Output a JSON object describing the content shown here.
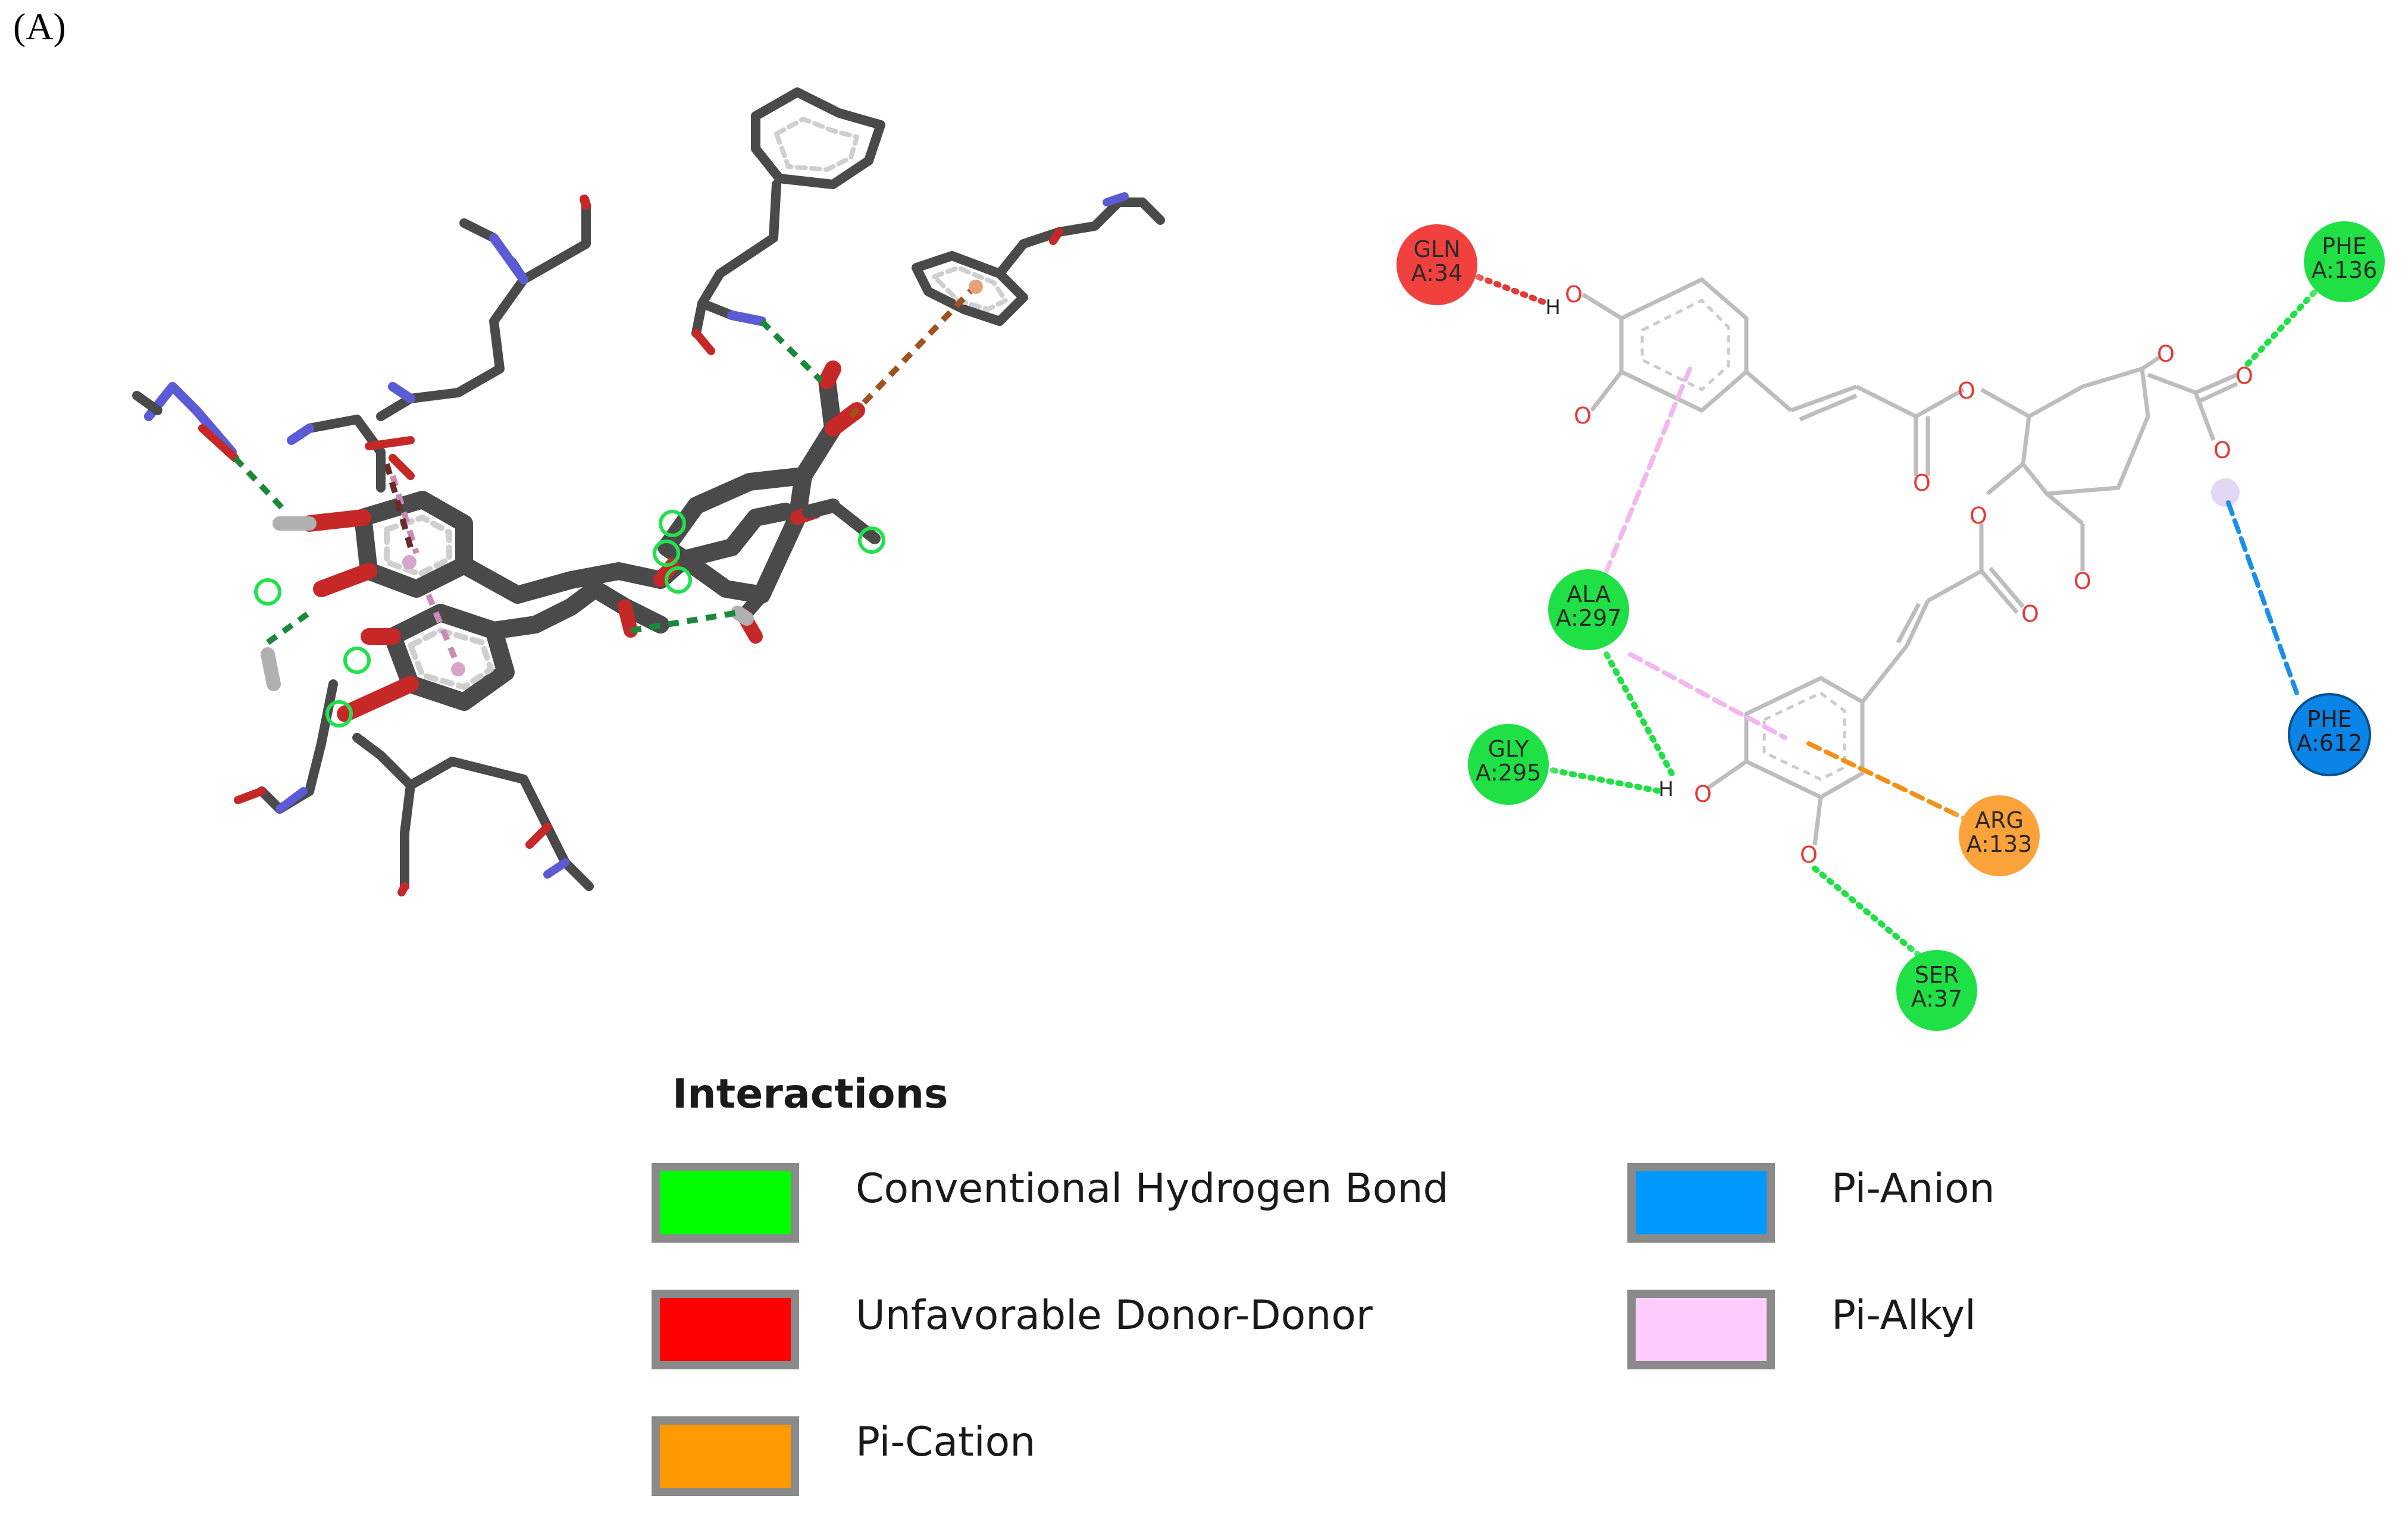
{
  "panel_label": "(A)",
  "residues": [
    {
      "name": "GLN",
      "chain": "A:34",
      "color": "#f0413e",
      "type": "Unfavorable Donor-Donor"
    },
    {
      "name": "PHE",
      "chain": "A:136",
      "color": "#1fe045",
      "type": "Conventional Hydrogen Bond"
    },
    {
      "name": "ALA",
      "chain": "A:297",
      "color": "#1fe045",
      "type": "Conventional Hydrogen Bond"
    },
    {
      "name": "GLY",
      "chain": "A:295",
      "color": "#1fe045",
      "type": "Conventional Hydrogen Bond"
    },
    {
      "name": "ARG",
      "chain": "A:133",
      "color": "#fba23a",
      "type": "Pi-Cation"
    },
    {
      "name": "SER",
      "chain": "A:37",
      "color": "#1fe045",
      "type": "Conventional Hydrogen Bond"
    },
    {
      "name": "PHE",
      "chain": "A:612",
      "color": "#0a84e6",
      "type": "Pi-Anion"
    }
  ],
  "atoms": {
    "oxygen": "O",
    "hydrogen": "H"
  },
  "legend": {
    "title": "Interactions",
    "items": [
      {
        "label": "Conventional Hydrogen Bond",
        "color": "#00ff00"
      },
      {
        "label": "Unfavorable Donor-Donor",
        "color": "#ff0000"
      },
      {
        "label": "Pi-Cation",
        "color": "#ff9900"
      },
      {
        "label": "Pi-Anion",
        "color": "#0099ff"
      },
      {
        "label": "Pi-Alkyl",
        "color": "#ffccff"
      }
    ]
  }
}
